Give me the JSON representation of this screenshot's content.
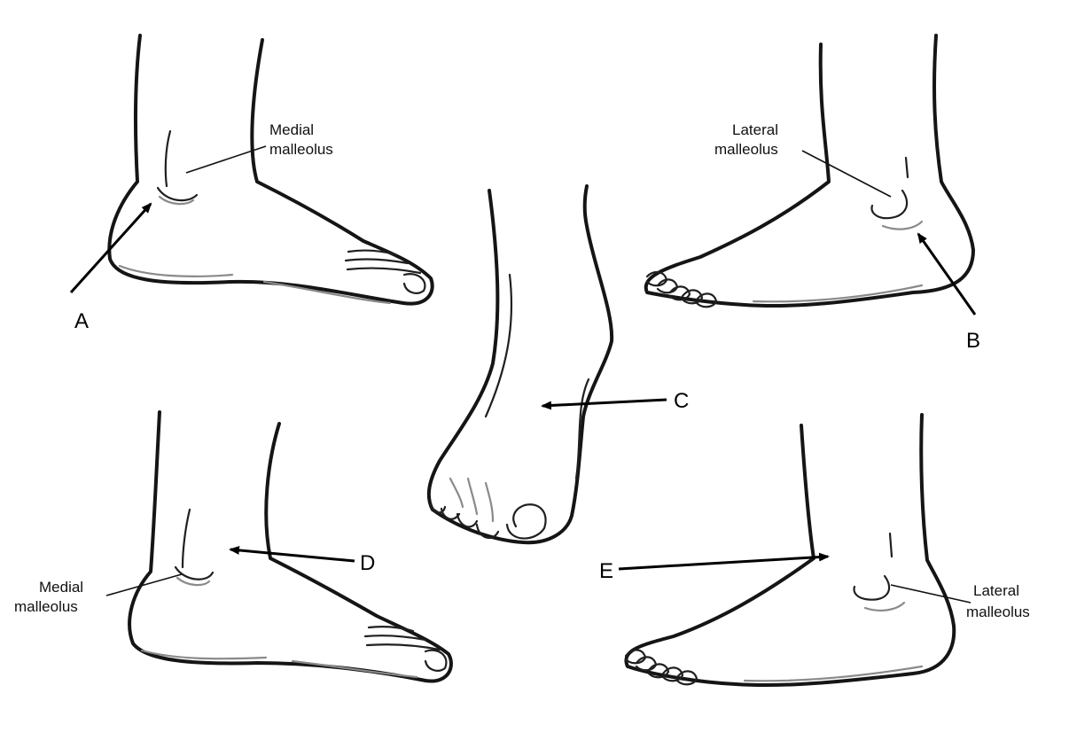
{
  "labels": {
    "medial_top": [
      "Medial",
      "malleolus"
    ],
    "lateral_top": [
      "Lateral",
      "malleolus"
    ],
    "medial_bottom": [
      "Medial",
      "malleolus"
    ],
    "lateral_bottom": [
      "Lateral",
      "malleolus"
    ]
  },
  "letters": {
    "a": "A",
    "b": "B",
    "c": "C",
    "d": "D",
    "e": "E"
  }
}
